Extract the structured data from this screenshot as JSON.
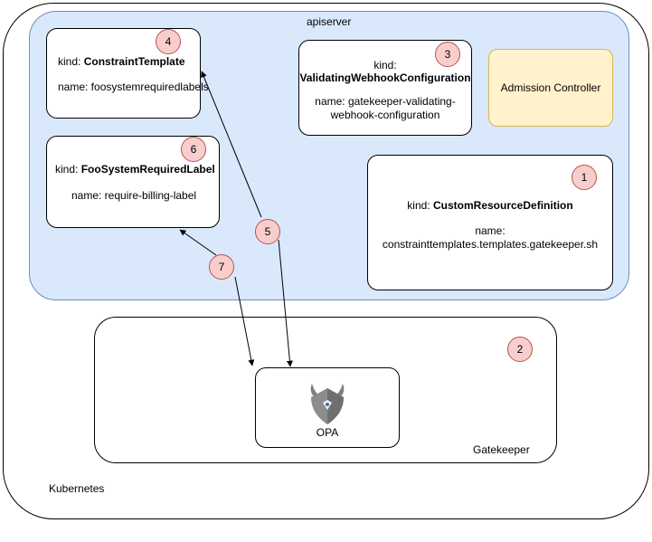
{
  "kubernetes": {
    "label": "Kubernetes"
  },
  "apiserver": {
    "label": "apiserver"
  },
  "gatekeeper": {
    "label": "Gatekeeper",
    "badge": "2"
  },
  "opa": {
    "label": "OPA",
    "icon": "opa-logo-icon"
  },
  "admission_controller": {
    "label": "Admission Controller"
  },
  "constraint_template": {
    "badge": "4",
    "kind_label": "kind:",
    "kind_value": "ConstraintTemplate",
    "name_line": "name: foosystemrequiredlabels"
  },
  "validating_webhook": {
    "badge": "3",
    "kind_label": "kind:",
    "kind_value": "ValidatingWebhookConfiguration",
    "name_line1": "name: gatekeeper-validating-",
    "name_line2": "webhook-configuration"
  },
  "foo_constraint": {
    "badge": "6",
    "kind_label": "kind:",
    "kind_value": "FooSystemRequiredLabel",
    "name_line": "name: require-billing-label"
  },
  "crd": {
    "badge": "1",
    "kind_label": "kind:",
    "kind_value": "CustomResourceDefinition",
    "name_line1": "name:",
    "name_line2": "constrainttemplates.templates.gatekeeper.sh"
  },
  "arrow_badges": {
    "five": "5",
    "seven": "7"
  },
  "colors": {
    "apiserver_fill": "#dae8fc",
    "admission_fill": "#fff2cc",
    "badge_fill": "#f8cecc"
  }
}
